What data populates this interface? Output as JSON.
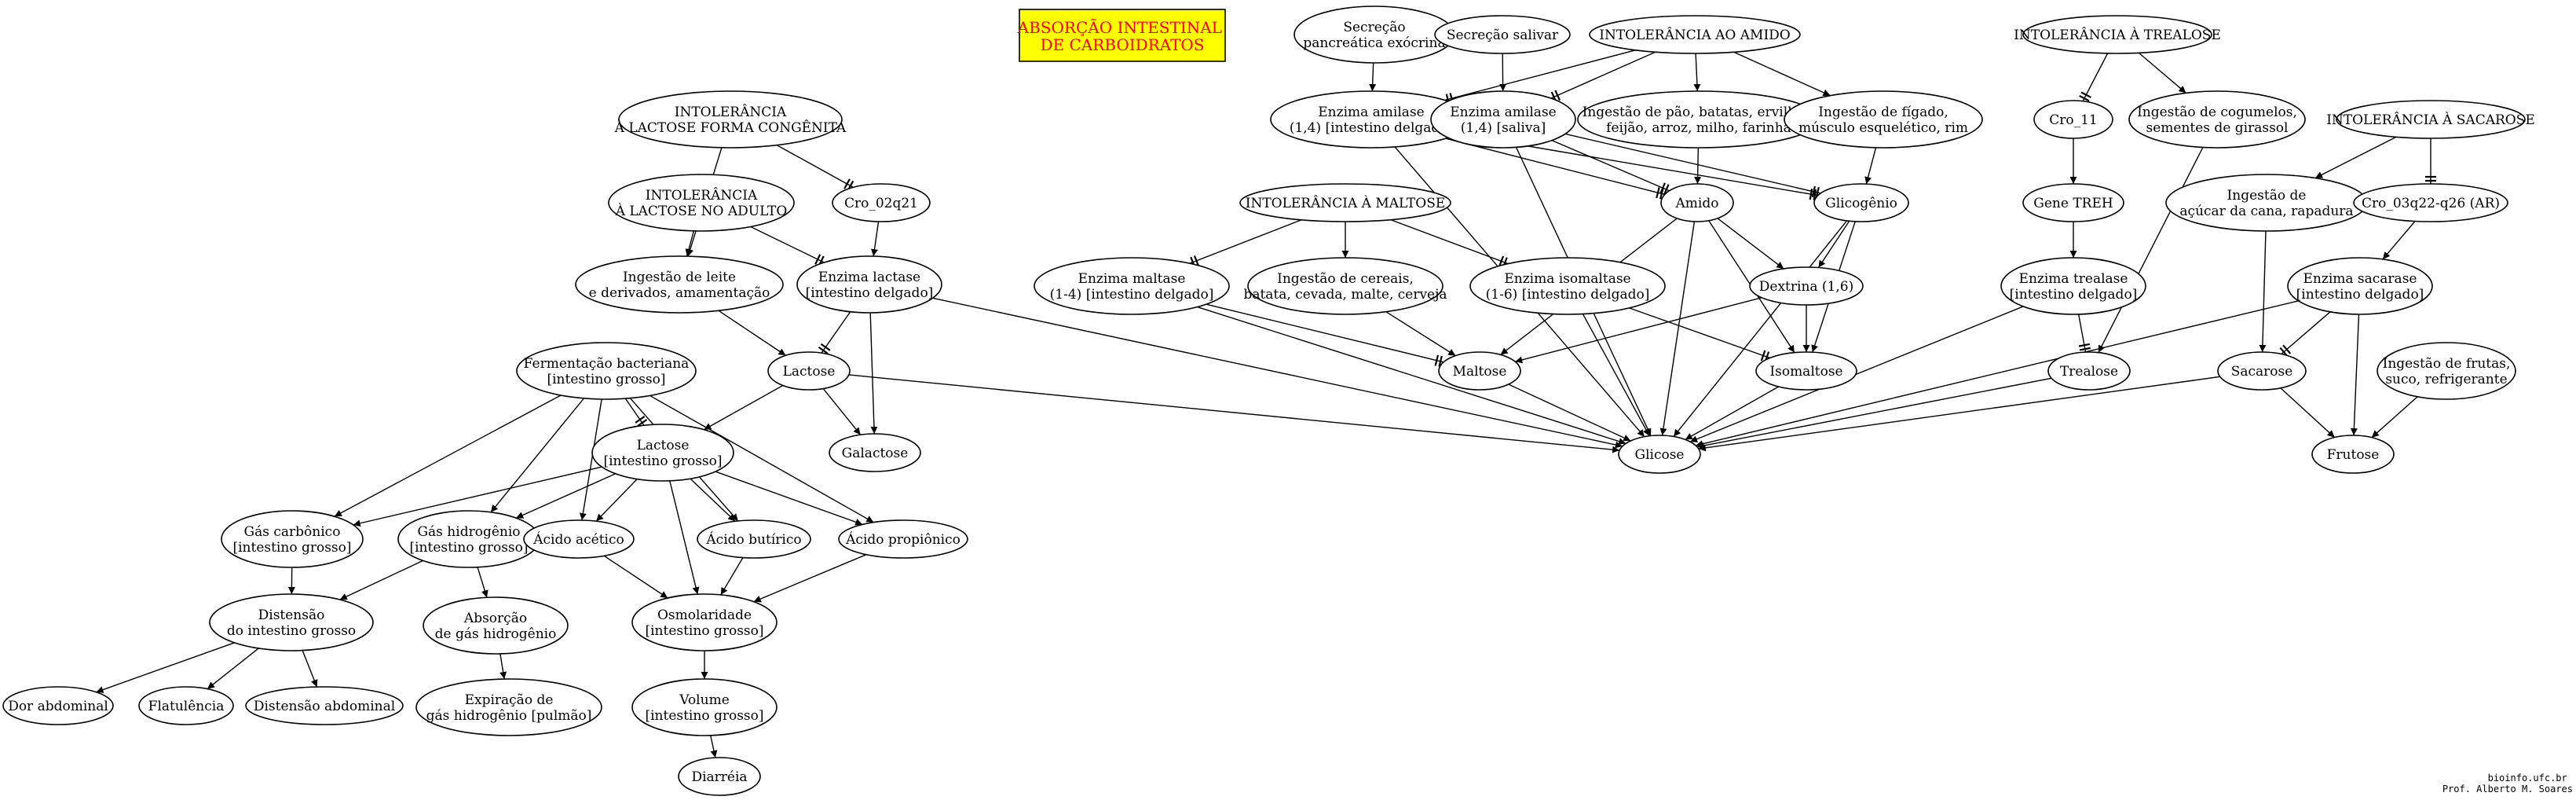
{
  "title": {
    "lines": [
      "ABSORÇÃO INTESTINAL",
      "DE CARBOIDRATOS"
    ],
    "fill": "#ffff00",
    "text_color": "#ff0000"
  },
  "credit": {
    "lines": [
      "bioinfo.ufc.br",
      "Prof. Alberto M. Soares"
    ]
  },
  "nodes": [
    {
      "id": "intol_lac_cong",
      "lines": [
        "INTOLERÂNCIA",
        "À LACTOSE FORMA CONGÊNITA"
      ]
    },
    {
      "id": "cro_02q21",
      "lines": [
        "Cro_02q21"
      ]
    },
    {
      "id": "intol_lac_adulto",
      "lines": [
        "INTOLERÂNCIA",
        "À LACTOSE NO ADULTO"
      ]
    },
    {
      "id": "ingest_leite",
      "lines": [
        "Ingestão de leite",
        "e derivados, amamentação"
      ]
    },
    {
      "id": "enz_lactase",
      "lines": [
        "Enzima lactase",
        "[intestino delgado]"
      ]
    },
    {
      "id": "lactose",
      "lines": [
        "Lactose"
      ]
    },
    {
      "id": "galactose",
      "lines": [
        "Galactose"
      ]
    },
    {
      "id": "fermentacao",
      "lines": [
        "Fermentação bacteriana",
        "[intestino grosso]"
      ]
    },
    {
      "id": "lactose_ig",
      "lines": [
        "Lactose",
        "[intestino grosso]"
      ]
    },
    {
      "id": "gas_carb",
      "lines": [
        "Gás carbônico",
        "[intestino grosso]"
      ]
    },
    {
      "id": "gas_h2",
      "lines": [
        "Gás hidrogênio",
        "[intestino grosso]"
      ]
    },
    {
      "id": "ac_acetico",
      "lines": [
        "Ácido acético"
      ]
    },
    {
      "id": "ac_butirico",
      "lines": [
        "Ácido butírico"
      ]
    },
    {
      "id": "ac_propionico",
      "lines": [
        "Ácido propiônico"
      ]
    },
    {
      "id": "distensao_ig",
      "lines": [
        "Distensão",
        "do intestino grosso"
      ]
    },
    {
      "id": "absorcao_h2",
      "lines": [
        "Absorção",
        "de gás hidrogênio"
      ]
    },
    {
      "id": "osmolaridade",
      "lines": [
        "Osmolaridade",
        "[intestino grosso]"
      ]
    },
    {
      "id": "dor_abd",
      "lines": [
        "Dor abdominal"
      ]
    },
    {
      "id": "flatulencia",
      "lines": [
        "Flatulência"
      ]
    },
    {
      "id": "distensao_abd",
      "lines": [
        "Distensão abdominal"
      ]
    },
    {
      "id": "expiracao_h2",
      "lines": [
        "Expiração de",
        "gás hidrogênio [pulmão]"
      ]
    },
    {
      "id": "volume",
      "lines": [
        "Volume",
        "[intestino grosso]"
      ]
    },
    {
      "id": "diarreia",
      "lines": [
        "Diarréia"
      ]
    },
    {
      "id": "secr_panc",
      "lines": [
        "Secreção",
        "pancreática exócrina"
      ]
    },
    {
      "id": "secr_saliv",
      "lines": [
        "Secreção salivar"
      ]
    },
    {
      "id": "intol_amido",
      "lines": [
        "INTOLERÂNCIA AO AMIDO"
      ]
    },
    {
      "id": "enz_amilase_id",
      "lines": [
        "Enzima amilase",
        "(1,4) [intestino delgado]"
      ]
    },
    {
      "id": "enz_amilase_sal",
      "lines": [
        "Enzima amilase",
        "(1,4) [saliva]"
      ]
    },
    {
      "id": "ingest_pao",
      "lines": [
        "Ingestão de pão, batatas, ervilhas,",
        "feijão, arroz, milho, farinha"
      ]
    },
    {
      "id": "ingest_figado",
      "lines": [
        "Ingestão de fígado,",
        "músculo esquelético, rim"
      ]
    },
    {
      "id": "amido",
      "lines": [
        "Amido"
      ]
    },
    {
      "id": "glicogenio",
      "lines": [
        "Glicogênio"
      ]
    },
    {
      "id": "intol_maltose",
      "lines": [
        "INTOLERÂNCIA À MALTOSE"
      ]
    },
    {
      "id": "enz_maltase",
      "lines": [
        "Enzima maltase",
        "(1-4) [intestino delgado]"
      ]
    },
    {
      "id": "ingest_cereais",
      "lines": [
        "Ingestão de cereais,",
        "batata, cevada, malte, cerveja"
      ]
    },
    {
      "id": "enz_isomaltase",
      "lines": [
        "Enzima isomaltase",
        "(1-6) [intestino delgado]"
      ]
    },
    {
      "id": "dextrina",
      "lines": [
        "Dextrina (1,6)"
      ]
    },
    {
      "id": "maltose",
      "lines": [
        "Maltose"
      ]
    },
    {
      "id": "isomaltose",
      "lines": [
        "Isomaltose"
      ]
    },
    {
      "id": "glicose",
      "lines": [
        "Glicose"
      ]
    },
    {
      "id": "intol_trealose",
      "lines": [
        "INTOLERÂNCIA À TREALOSE"
      ]
    },
    {
      "id": "cro_11",
      "lines": [
        "Cro_11"
      ]
    },
    {
      "id": "ingest_cogumelos",
      "lines": [
        "Ingestão de cogumelos,",
        "sementes de girassol"
      ]
    },
    {
      "id": "gene_treh",
      "lines": [
        "Gene TREH"
      ]
    },
    {
      "id": "enz_trealase",
      "lines": [
        "Enzima trealase",
        "[intestino delgado]"
      ]
    },
    {
      "id": "trealose",
      "lines": [
        "Trealose"
      ]
    },
    {
      "id": "intol_sacarose",
      "lines": [
        "INTOLERÂNCIA À SACAROSE"
      ]
    },
    {
      "id": "ingest_acucar",
      "lines": [
        "Ingestão de",
        "açúcar da cana, rapadura"
      ]
    },
    {
      "id": "cro_03q22",
      "lines": [
        "Cro_03q22-q26 (AR)"
      ]
    },
    {
      "id": "enz_sacarase",
      "lines": [
        "Enzima sacarase",
        "[intestino delgado]"
      ]
    },
    {
      "id": "sacarose",
      "lines": [
        "Sacarose"
      ]
    },
    {
      "id": "ingest_frutas",
      "lines": [
        "Ingestão de frutas,",
        "suco, refrigerante"
      ]
    },
    {
      "id": "frutose",
      "lines": [
        "Frutose"
      ]
    }
  ],
  "edges": [
    {
      "from": "intol_lac_cong",
      "to": "ingest_leite",
      "inhibit": false
    },
    {
      "from": "intol_lac_cong",
      "to": "cro_02q21",
      "inhibit": true
    },
    {
      "from": "cro_02q21",
      "to": "enz_lactase",
      "inhibit": false
    },
    {
      "from": "intol_lac_adulto",
      "to": "ingest_leite",
      "inhibit": false
    },
    {
      "from": "intol_lac_adulto",
      "to": "enz_lactase",
      "inhibit": true
    },
    {
      "from": "ingest_leite",
      "to": "lactose",
      "inhibit": false
    },
    {
      "from": "enz_lactase",
      "to": "lactose",
      "inhibit": true
    },
    {
      "from": "enz_lactase",
      "to": "galactose",
      "inhibit": false
    },
    {
      "from": "enz_lactase",
      "to": "glicose",
      "inhibit": false
    },
    {
      "from": "lactose",
      "to": "galactose",
      "inhibit": false
    },
    {
      "from": "lactose",
      "to": "glicose",
      "inhibit": false
    },
    {
      "from": "lactose",
      "to": "lactose_ig",
      "inhibit": false
    },
    {
      "from": "fermentacao",
      "to": "lactose_ig",
      "inhibit": true
    },
    {
      "from": "fermentacao",
      "to": "gas_carb",
      "inhibit": false
    },
    {
      "from": "fermentacao",
      "to": "gas_h2",
      "inhibit": false
    },
    {
      "from": "fermentacao",
      "to": "ac_acetico",
      "inhibit": false
    },
    {
      "from": "fermentacao",
      "to": "ac_butirico",
      "inhibit": false
    },
    {
      "from": "fermentacao",
      "to": "ac_propionico",
      "inhibit": false
    },
    {
      "from": "lactose_ig",
      "to": "gas_carb",
      "inhibit": false
    },
    {
      "from": "lactose_ig",
      "to": "gas_h2",
      "inhibit": false
    },
    {
      "from": "lactose_ig",
      "to": "ac_acetico",
      "inhibit": false
    },
    {
      "from": "lactose_ig",
      "to": "ac_butirico",
      "inhibit": false
    },
    {
      "from": "lactose_ig",
      "to": "ac_propionico",
      "inhibit": false
    },
    {
      "from": "lactose_ig",
      "to": "osmolaridade",
      "inhibit": false
    },
    {
      "from": "gas_carb",
      "to": "distensao_ig",
      "inhibit": false
    },
    {
      "from": "gas_h2",
      "to": "distensao_ig",
      "inhibit": false
    },
    {
      "from": "gas_h2",
      "to": "absorcao_h2",
      "inhibit": false
    },
    {
      "from": "ac_acetico",
      "to": "osmolaridade",
      "inhibit": false
    },
    {
      "from": "ac_butirico",
      "to": "osmolaridade",
      "inhibit": false
    },
    {
      "from": "ac_propionico",
      "to": "osmolaridade",
      "inhibit": false
    },
    {
      "from": "distensao_ig",
      "to": "dor_abd",
      "inhibit": false
    },
    {
      "from": "distensao_ig",
      "to": "flatulencia",
      "inhibit": false
    },
    {
      "from": "distensao_ig",
      "to": "distensao_abd",
      "inhibit": false
    },
    {
      "from": "absorcao_h2",
      "to": "expiracao_h2",
      "inhibit": false
    },
    {
      "from": "osmolaridade",
      "to": "volume",
      "inhibit": false
    },
    {
      "from": "volume",
      "to": "diarreia",
      "inhibit": false
    },
    {
      "from": "secr_panc",
      "to": "enz_amilase_id",
      "inhibit": false
    },
    {
      "from": "secr_saliv",
      "to": "enz_amilase_sal",
      "inhibit": false
    },
    {
      "from": "intol_amido",
      "to": "enz_amilase_id",
      "inhibit": true
    },
    {
      "from": "intol_amido",
      "to": "enz_amilase_sal",
      "inhibit": true
    },
    {
      "from": "intol_amido",
      "to": "ingest_pao",
      "inhibit": false
    },
    {
      "from": "intol_amido",
      "to": "ingest_figado",
      "inhibit": false
    },
    {
      "from": "enz_amilase_id",
      "to": "amido",
      "inhibit": true
    },
    {
      "from": "enz_amilase_id",
      "to": "glicogenio",
      "inhibit": true
    },
    {
      "from": "enz_amilase_id",
      "to": "glicose",
      "inhibit": false
    },
    {
      "from": "enz_amilase_sal",
      "to": "amido",
      "inhibit": true
    },
    {
      "from": "enz_amilase_sal",
      "to": "glicogenio",
      "inhibit": true
    },
    {
      "from": "enz_amilase_sal",
      "to": "glicose",
      "inhibit": false
    },
    {
      "from": "ingest_pao",
      "to": "amido",
      "inhibit": false
    },
    {
      "from": "ingest_figado",
      "to": "glicogenio",
      "inhibit": false
    },
    {
      "from": "amido",
      "to": "dextrina",
      "inhibit": false
    },
    {
      "from": "amido",
      "to": "maltose",
      "inhibit": false
    },
    {
      "from": "amido",
      "to": "isomaltose",
      "inhibit": false
    },
    {
      "from": "amido",
      "to": "glicose",
      "inhibit": false
    },
    {
      "from": "glicogenio",
      "to": "dextrina",
      "inhibit": false
    },
    {
      "from": "glicogenio",
      "to": "isomaltose",
      "inhibit": false
    },
    {
      "from": "glicogenio",
      "to": "glicose",
      "inhibit": false
    },
    {
      "from": "intol_maltose",
      "to": "enz_maltase",
      "inhibit": true
    },
    {
      "from": "intol_maltose",
      "to": "ingest_cereais",
      "inhibit": false
    },
    {
      "from": "intol_maltose",
      "to": "enz_isomaltase",
      "inhibit": true
    },
    {
      "from": "enz_maltase",
      "to": "maltose",
      "inhibit": true
    },
    {
      "from": "enz_maltase",
      "to": "glicose",
      "inhibit": false
    },
    {
      "from": "ingest_cereais",
      "to": "maltose",
      "inhibit": false
    },
    {
      "from": "enz_isomaltase",
      "to": "isomaltose",
      "inhibit": true
    },
    {
      "from": "enz_isomaltase",
      "to": "glicose",
      "inhibit": false
    },
    {
      "from": "dextrina",
      "to": "maltose",
      "inhibit": false
    },
    {
      "from": "dextrina",
      "to": "isomaltose",
      "inhibit": false
    },
    {
      "from": "maltose",
      "to": "glicose",
      "inhibit": false
    },
    {
      "from": "isomaltose",
      "to": "glicose",
      "inhibit": false
    },
    {
      "from": "intol_trealose",
      "to": "cro_11",
      "inhibit": true
    },
    {
      "from": "intol_trealose",
      "to": "ingest_cogumelos",
      "inhibit": false
    },
    {
      "from": "cro_11",
      "to": "gene_treh",
      "inhibit": false
    },
    {
      "from": "gene_treh",
      "to": "enz_trealase",
      "inhibit": false
    },
    {
      "from": "enz_trealase",
      "to": "trealose",
      "inhibit": true
    },
    {
      "from": "enz_trealase",
      "to": "glicose",
      "inhibit": false
    },
    {
      "from": "ingest_cogumelos",
      "to": "trealose",
      "inhibit": false
    },
    {
      "from": "trealose",
      "to": "glicose",
      "inhibit": false
    },
    {
      "from": "intol_sacarose",
      "to": "ingest_acucar",
      "inhibit": false
    },
    {
      "from": "intol_sacarose",
      "to": "cro_03q22",
      "inhibit": true
    },
    {
      "from": "cro_03q22",
      "to": "enz_sacarase",
      "inhibit": false
    },
    {
      "from": "ingest_acucar",
      "to": "sacarose",
      "inhibit": false
    },
    {
      "from": "enz_sacarase",
      "to": "sacarose",
      "inhibit": true
    },
    {
      "from": "enz_sacarase",
      "to": "frutose",
      "inhibit": false
    },
    {
      "from": "enz_sacarase",
      "to": "glicose",
      "inhibit": false
    },
    {
      "from": "sacarose",
      "to": "frutose",
      "inhibit": false
    },
    {
      "from": "sacarose",
      "to": "glicose",
      "inhibit": false
    },
    {
      "from": "ingest_frutas",
      "to": "frutose",
      "inhibit": false
    }
  ]
}
